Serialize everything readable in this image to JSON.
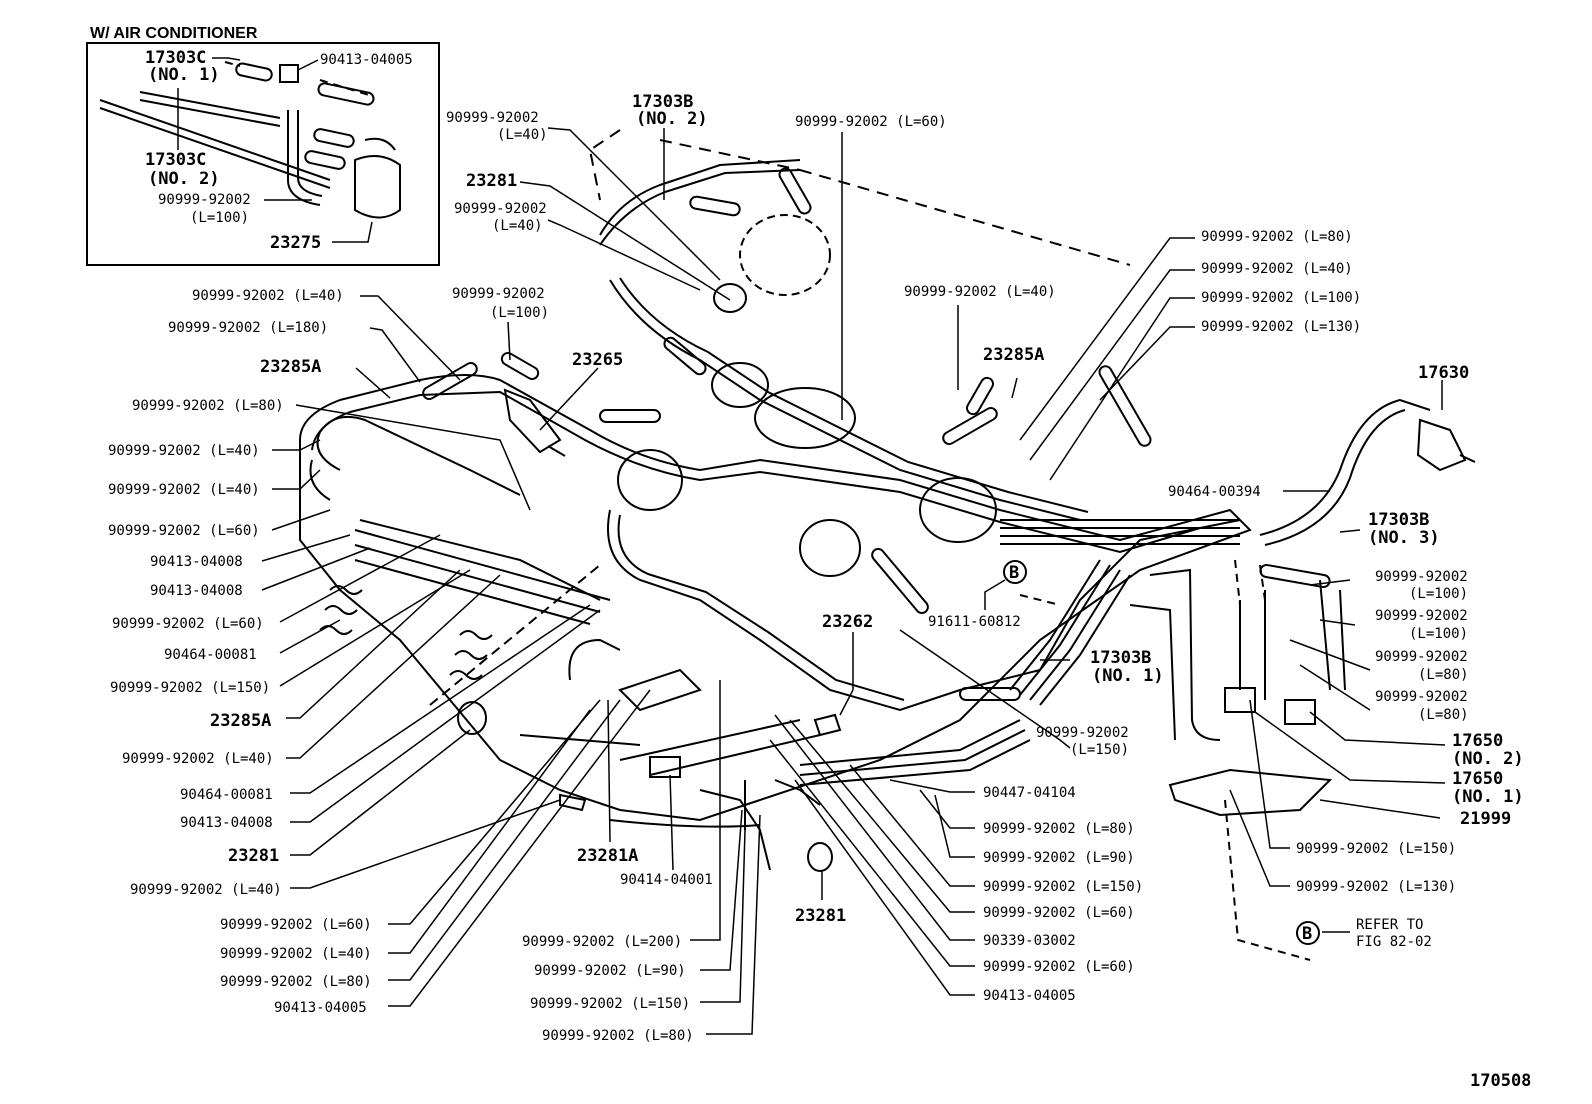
{
  "inset": {
    "title": "W/ AIR CONDITIONER",
    "labels": [
      {
        "id": "i1",
        "text": "17303C"
      },
      {
        "id": "i2",
        "text": "(NO. 1)"
      },
      {
        "id": "i3",
        "text": "90413-04005"
      },
      {
        "id": "i4",
        "text": "17303C"
      },
      {
        "id": "i5",
        "text": "(NO. 2)"
      },
      {
        "id": "i6",
        "text": "90999-92002"
      },
      {
        "id": "i7",
        "text": "(L=100)"
      },
      {
        "id": "i8",
        "text": "23275"
      }
    ]
  },
  "labels": [
    {
      "id": "a1",
      "text": "90999-92002"
    },
    {
      "id": "a2",
      "text": "(L=40)"
    },
    {
      "id": "a3",
      "text": "17303B"
    },
    {
      "id": "a4",
      "text": "(NO. 2)"
    },
    {
      "id": "a5",
      "text": "90999-92002 (L=60)"
    },
    {
      "id": "a6",
      "text": "23281"
    },
    {
      "id": "a7",
      "text": "90999-92002"
    },
    {
      "id": "a8",
      "text": "(L=40)"
    },
    {
      "id": "a9",
      "text": "90999-92002 (L=80)"
    },
    {
      "id": "a10",
      "text": "90999-92002 (L=40)"
    },
    {
      "id": "a11",
      "text": "90999-92002 (L=100)"
    },
    {
      "id": "a12",
      "text": "90999-92002 (L=130)"
    },
    {
      "id": "a13",
      "text": "90999-92002 (L=40)"
    },
    {
      "id": "a14",
      "text": "90999-92002"
    },
    {
      "id": "a15",
      "text": "(L=100)"
    },
    {
      "id": "a16",
      "text": "90999-92002 (L=40)"
    },
    {
      "id": "a17",
      "text": "90999-92002 (L=180)"
    },
    {
      "id": "a18",
      "text": "23285A"
    },
    {
      "id": "a19",
      "text": "23265"
    },
    {
      "id": "a20",
      "text": "23285A"
    },
    {
      "id": "a21",
      "text": "17630"
    },
    {
      "id": "a22",
      "text": "90999-92002 (L=80)"
    },
    {
      "id": "a23",
      "text": "90999-92002 (L=40)"
    },
    {
      "id": "a24",
      "text": "90999-92002 (L=40)"
    },
    {
      "id": "a25",
      "text": "90464-00394"
    },
    {
      "id": "a26",
      "text": "90999-92002 (L=60)"
    },
    {
      "id": "a27",
      "text": "17303B"
    },
    {
      "id": "a28",
      "text": "(NO. 3)"
    },
    {
      "id": "a29",
      "text": "90413-04008"
    },
    {
      "id": "a30",
      "text": "90413-04008"
    },
    {
      "id": "a31",
      "text": "90999-92002"
    },
    {
      "id": "a32",
      "text": "(L=100)"
    },
    {
      "id": "a33",
      "text": "90999-92002"
    },
    {
      "id": "a34",
      "text": "(L=100)"
    },
    {
      "id": "a35",
      "text": "91611-60812"
    },
    {
      "id": "a36",
      "text": "90999-92002 (L=60)"
    },
    {
      "id": "a37",
      "text": "23262"
    },
    {
      "id": "a38",
      "text": "90464-00081"
    },
    {
      "id": "a39",
      "text": "90999-92002"
    },
    {
      "id": "a40",
      "text": "(L=80)"
    },
    {
      "id": "a41",
      "text": "17303B"
    },
    {
      "id": "a42",
      "text": "(NO. 1)"
    },
    {
      "id": "a43",
      "text": "90999-92002 (L=150)"
    },
    {
      "id": "a44",
      "text": "90999-92002"
    },
    {
      "id": "a45",
      "text": "(L=80)"
    },
    {
      "id": "a46",
      "text": "23285A"
    },
    {
      "id": "a47",
      "text": "90999-92002"
    },
    {
      "id": "a48",
      "text": "(L=150)"
    },
    {
      "id": "a49",
      "text": "17650"
    },
    {
      "id": "a50",
      "text": "(NO. 2)"
    },
    {
      "id": "a51",
      "text": "90999-92002 (L=40)"
    },
    {
      "id": "a52",
      "text": "17650"
    },
    {
      "id": "a53",
      "text": "(NO. 1)"
    },
    {
      "id": "a54",
      "text": "90464-00081"
    },
    {
      "id": "a55",
      "text": "90447-04104"
    },
    {
      "id": "a56",
      "text": "21999"
    },
    {
      "id": "a57",
      "text": "90413-04008"
    },
    {
      "id": "a58",
      "text": "90999-92002 (L=80)"
    },
    {
      "id": "a59",
      "text": "90999-92002 (L=150)"
    },
    {
      "id": "a60",
      "text": "23281"
    },
    {
      "id": "a61",
      "text": "23281A"
    },
    {
      "id": "a62",
      "text": "90999-92002 (L=90)"
    },
    {
      "id": "a63",
      "text": "90999-92002 (L=40)"
    },
    {
      "id": "a64",
      "text": "90414-04001"
    },
    {
      "id": "a65",
      "text": "90999-92002 (L=150)"
    },
    {
      "id": "a66",
      "text": "90999-92002 (L=130)"
    },
    {
      "id": "a67",
      "text": "90999-92002 (L=60)"
    },
    {
      "id": "a68",
      "text": "23281"
    },
    {
      "id": "a69",
      "text": "90999-92002 (L=60)"
    },
    {
      "id": "a70",
      "text": "90999-92002 (L=40)"
    },
    {
      "id": "a71",
      "text": "90999-92002 (L=200)"
    },
    {
      "id": "a72",
      "text": "90339-03002"
    },
    {
      "id": "a73",
      "text": "REFER TO"
    },
    {
      "id": "a74",
      "text": "FIG 82-02"
    },
    {
      "id": "a75",
      "text": "90999-92002 (L=80)"
    },
    {
      "id": "a76",
      "text": "90999-92002 (L=90)"
    },
    {
      "id": "a77",
      "text": "90999-92002 (L=60)"
    },
    {
      "id": "a78",
      "text": "90413-04005"
    },
    {
      "id": "a79",
      "text": "90999-92002 (L=150)"
    },
    {
      "id": "a80",
      "text": "90413-04005"
    },
    {
      "id": "a81",
      "text": "90999-92002 (L=80)"
    },
    {
      "id": "a82",
      "text": "170508"
    }
  ],
  "markers": [
    {
      "id": "m1",
      "text": "B"
    },
    {
      "id": "m2",
      "text": "B"
    }
  ]
}
